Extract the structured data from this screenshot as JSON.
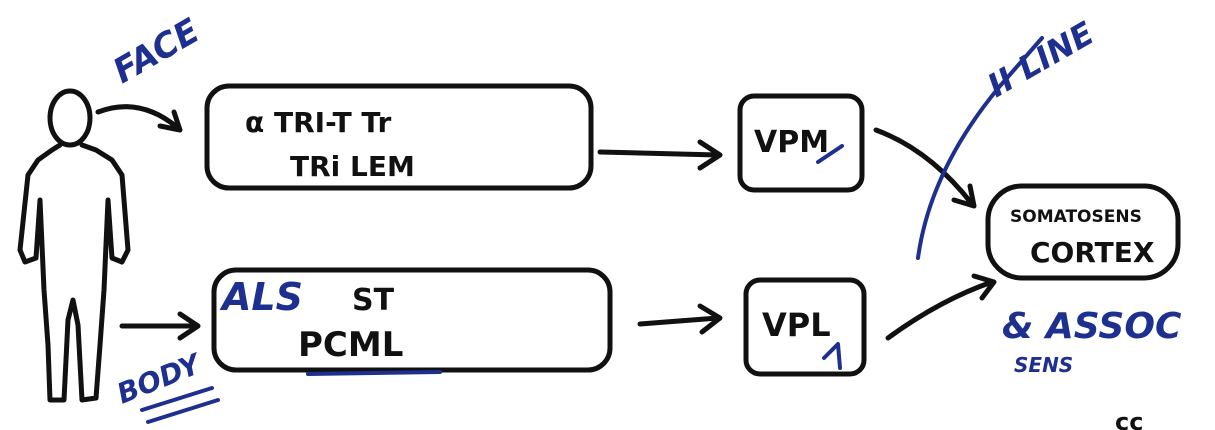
{
  "diagram": {
    "labels": {
      "face": "FACE",
      "body": "BODY",
      "trigeminal_line1": "α TRI-T Tr",
      "trigeminal_line2": "TRi LEM",
      "als": "ALS",
      "spinal_line1": "ST",
      "spinal_line2": "PCML",
      "vpm": "VPM",
      "vpl": "VPL",
      "cortex_line1": "SOMATOSENS",
      "cortex_line2": "CORTEX",
      "assoc": "& ASSOC",
      "sens": "SENS",
      "ii_line": "II LINE",
      "corner_mark": "cc"
    }
  },
  "colors": {
    "ink": "#111111",
    "marker_blue": "#1d2f8f",
    "background": "#ffffff"
  }
}
